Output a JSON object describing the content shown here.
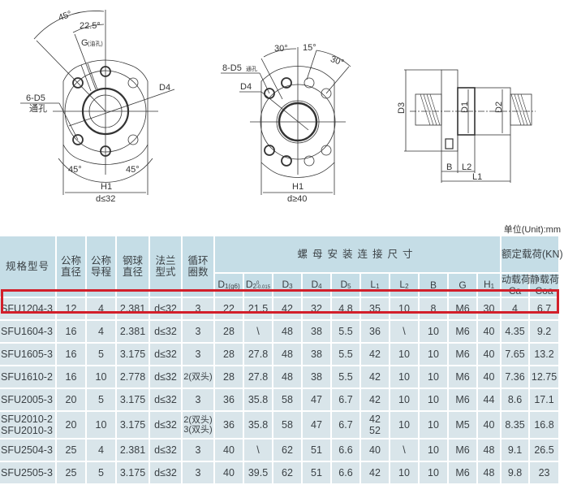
{
  "drawings": {
    "left_flange": {
      "angles": [
        "45°",
        "22.5°",
        "45°",
        "45°"
      ],
      "labels": {
        "g_hole": "G",
        "g_hole_note": "(油孔)",
        "d4": "D4",
        "d5": "6-D5",
        "d5_note": "通孔",
        "h1": "H1",
        "condition": "d≤32"
      }
    },
    "middle_flange": {
      "angles": [
        "30°",
        "15°",
        "30°"
      ],
      "labels": {
        "d5": "8-D5",
        "d5_note": "通孔",
        "d4": "D4",
        "h1": "H1",
        "condition": "d≥40"
      }
    },
    "side_view": {
      "labels": {
        "d3": "D3",
        "d1": "D1",
        "d2": "D2",
        "b": "B",
        "l2": "L2",
        "l1": "L1"
      }
    }
  },
  "table": {
    "unit": "单位(Unit):mm",
    "headers": {
      "model": "规格型号",
      "nominal_dia_1": "公称",
      "nominal_dia_2": "直径",
      "lead_1": "公称",
      "lead_2": "导程",
      "ball_1": "钢球",
      "ball_2": "直径",
      "flange_1": "法兰",
      "flange_2": "型式",
      "circuits_1": "循环",
      "circuits_2": "圈数",
      "mount_group": "螺母安装连接尺寸",
      "load_group": "额定载荷(KN)",
      "d1": "D",
      "d1_sub": "1(g6)",
      "d2": "D",
      "d2_sub": "2",
      "d2_tol_upper": "0",
      "d2_tol_lower": "-0.015",
      "d3": "D",
      "d3_sub": "3",
      "d4": "D",
      "d4_sub": "4",
      "d5": "D",
      "d5_sub": "5",
      "l1": "L",
      "l1_sub": "1",
      "l2": "L",
      "l2_sub": "2",
      "b": "B",
      "g": "G",
      "h1": "H",
      "h1_sub": "1",
      "ca_1": "动载荷",
      "ca_2": "Ca",
      "coa_1": "静载荷",
      "coa_2": "Coa"
    },
    "rows": [
      {
        "model": "SFU1204-3",
        "dia": "12",
        "lead": "4",
        "ball": "2.381",
        "flange": "d≤32",
        "circuits": "3",
        "d1": "22",
        "d2": "21.5",
        "d3": "42",
        "d4": "32",
        "d5": "4.8",
        "l1": "35",
        "l2": "10",
        "b": "8",
        "g": "M6",
        "h1": "30",
        "ca": "4",
        "coa": "6.7",
        "highlighted": true
      },
      {
        "model": "SFU1604-3",
        "dia": "16",
        "lead": "4",
        "ball": "2.381",
        "flange": "d≤32",
        "circuits": "3",
        "d1": "28",
        "d2": "\\",
        "d3": "48",
        "d4": "38",
        "d5": "5.5",
        "l1": "36",
        "l2": "\\",
        "b": "10",
        "g": "M6",
        "h1": "40",
        "ca": "4.35",
        "coa": "9.2"
      },
      {
        "model": "SFU1605-3",
        "dia": "16",
        "lead": "5",
        "ball": "3.175",
        "flange": "d≤32",
        "circuits": "3",
        "d1": "28",
        "d2": "27.8",
        "d3": "48",
        "d4": "38",
        "d5": "5.5",
        "l1": "42",
        "l2": "10",
        "b": "10",
        "g": "M6",
        "h1": "40",
        "ca": "7.65",
        "coa": "13.2"
      },
      {
        "model": "SFU1610-2",
        "dia": "16",
        "lead": "10",
        "ball": "2.778",
        "flange": "d≤32",
        "circuits": "2(双头)",
        "d1": "28",
        "d2": "27.8",
        "d3": "48",
        "d4": "38",
        "d5": "5.5",
        "l1": "42",
        "l2": "10",
        "b": "10",
        "g": "M6",
        "h1": "40",
        "ca": "7.36",
        "coa": "12.75"
      },
      {
        "model": "SFU2005-3",
        "dia": "20",
        "lead": "5",
        "ball": "3.175",
        "flange": "d≤32",
        "circuits": "3",
        "d1": "36",
        "d2": "35.8",
        "d3": "58",
        "d4": "47",
        "d5": "6.7",
        "l1": "42",
        "l2": "10",
        "b": "10",
        "g": "M6",
        "h1": "44",
        "ca": "8.6",
        "coa": "17.1"
      },
      {
        "model": "SFU2010-2",
        "model_2": "SFU2010-3",
        "dia": "20",
        "lead": "10",
        "ball": "3.175",
        "flange": "d≤32",
        "circuits": "2(双头)",
        "circuits_2": "3(双头)",
        "d1": "36",
        "d2": "35.8",
        "d3": "58",
        "d4": "47",
        "d5": "6.7",
        "l1": "42",
        "l1_2": "52",
        "l2": "10",
        "b": "10",
        "g": "M5",
        "h1": "40",
        "ca": "8.35",
        "coa": "16.8"
      },
      {
        "model": "SFU2504-3",
        "dia": "25",
        "lead": "4",
        "ball": "2.381",
        "flange": "d≤32",
        "circuits": "3",
        "d1": "40",
        "d2": "\\",
        "d3": "62",
        "d4": "51",
        "d5": "6.6",
        "l1": "40",
        "l2": "\\",
        "b": "10",
        "g": "M6",
        "h1": "48",
        "ca": "9.1",
        "coa": "26.5"
      },
      {
        "model": "SFU2505-3",
        "dia": "25",
        "lead": "5",
        "ball": "3.175",
        "flange": "d≤32",
        "circuits": "3",
        "d1": "40",
        "d2": "39.5",
        "d3": "62",
        "d4": "51",
        "d5": "6.6",
        "l1": "42",
        "l2": "10",
        "b": "10",
        "g": "M6",
        "h1": "48",
        "ca": "9.8",
        "coa": "23"
      }
    ],
    "colors": {
      "header_bg": "#c5dde6",
      "cell_bg": "#d9e5ea",
      "highlight_border": "#d21f2a"
    }
  }
}
